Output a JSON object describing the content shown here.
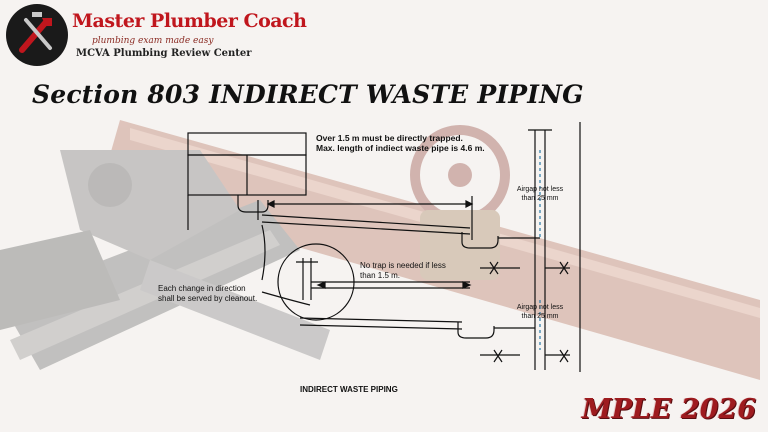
{
  "brand": {
    "title": "Master Plumber Coach",
    "tagline": "plumbing exam made easy",
    "center": "MCVA Plumbing Review Center",
    "logo_icon": "wrench-faucet-icon"
  },
  "slide": {
    "title": "Section 803 INDIRECT WASTE PIPING"
  },
  "figure": {
    "note_top_line1": "Over 1.5 m must be directly trapped.",
    "note_top_line2": "Max. length of indiect waste pipe is 4.6 m.",
    "note_no_trap_line1": "No trap is needed if less",
    "note_no_trap_line2": "than 1.5 m.",
    "note_cleanout_line1": "Each change in direction",
    "note_cleanout_line2": "shall be served by cleanout.",
    "airgap_top_line1": "Airgap not less",
    "airgap_top_line2": "than 25 mm",
    "airgap_bottom_line1": "Airgap not less",
    "airgap_bottom_line2": "than 25 mm",
    "caption": "INDIRECT WASTE PIPING"
  },
  "footer": {
    "edition": "MPLE 2026"
  },
  "colors": {
    "brand_red": "#c0161d",
    "pipe_copper": "#b06a55",
    "wrench_gray": "#6b6b6b",
    "edition_red": "#9e1b1f"
  }
}
